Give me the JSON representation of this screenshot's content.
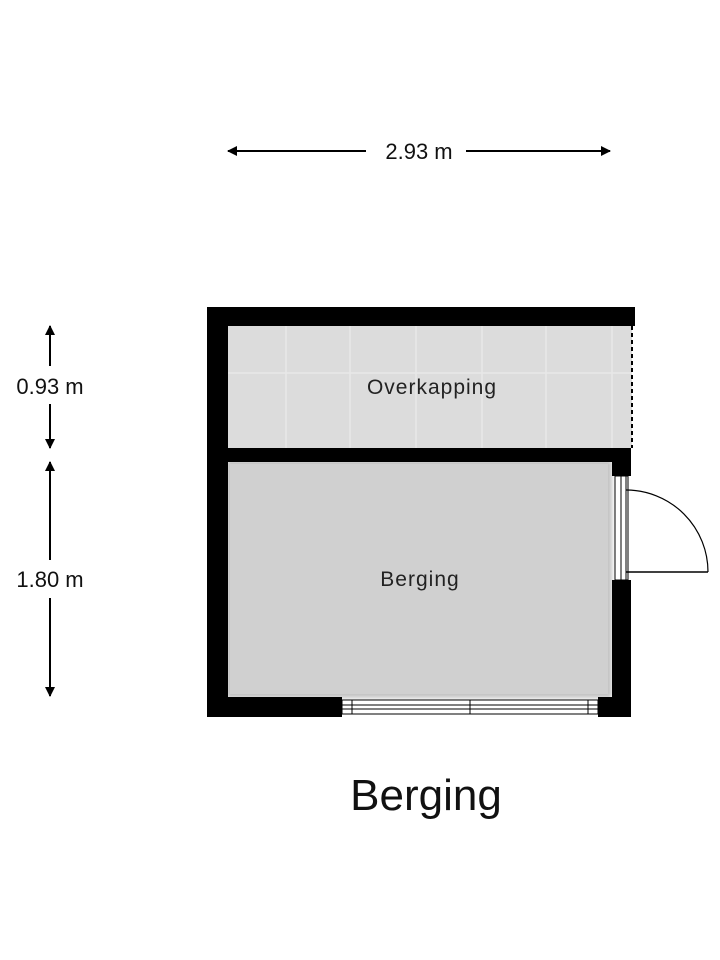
{
  "dimensions": {
    "width_label": "2.93 m",
    "depth_top_label": "0.93 m",
    "depth_bottom_label": "1.80 m"
  },
  "rooms": {
    "overkapping": "Overkapping",
    "berging": "Berging"
  },
  "plan_title": "Berging",
  "colors": {
    "wall": "#000000",
    "overkapping_floor": "#dcdcdc",
    "berging_floor": "#d0d0d0",
    "tile_line": "#e9e9e9"
  }
}
